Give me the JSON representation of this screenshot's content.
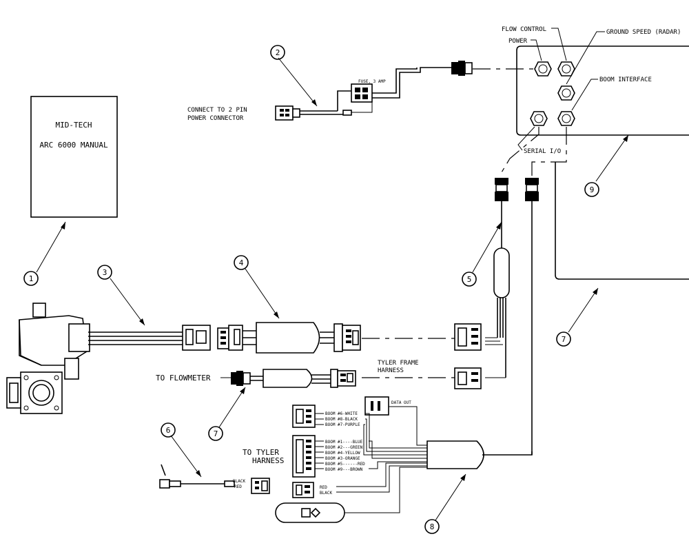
{
  "manual": {
    "line1": "MID-TECH",
    "line2": "ARC 6000 MANUAL"
  },
  "console_labels": {
    "flow_control": "FLOW CONTROL",
    "power": "POWER",
    "ground_speed": "GROUND SPEED (RADAR)",
    "boom_interface": "BOOM INTERFACE",
    "serial_io": "SERIAL I/O"
  },
  "labels": {
    "connect_line1": "CONNECT TO 2 PIN",
    "connect_line2": "POWER CONNECTOR",
    "fuse": "FUSE, 3 AMP",
    "to_flowmeter": "TO FLOWMETER",
    "tyler_frame_line1": "TYLER FRAME",
    "tyler_frame_line2": "HARNESS",
    "to_tyler_line1": "TO TYLER",
    "to_tyler_line2": "HARNESS",
    "data_out": "DATA OUT"
  },
  "wire_labels": {
    "boom6": "BOOM #6-WHITE",
    "boom8": "BOOM #8-BLACK",
    "boom7": "BOOM #7-PURPLE",
    "boom1": "BOOM #1----BLUE",
    "boom2": "BOOM #2---GREEN",
    "boom4": "BOOM #4-YELLOW",
    "boom3": "BOOM #3-ORANGE",
    "boom5": "BOOM #5------RED",
    "boom9": "BOOM #9---BROWN",
    "red": "RED",
    "black": "BLACK",
    "black_sw": "BLACK",
    "red_sw": "RED"
  },
  "callouts": [
    "1",
    "2",
    "3",
    "4",
    "5",
    "6",
    "7",
    "7",
    "8",
    "9"
  ]
}
